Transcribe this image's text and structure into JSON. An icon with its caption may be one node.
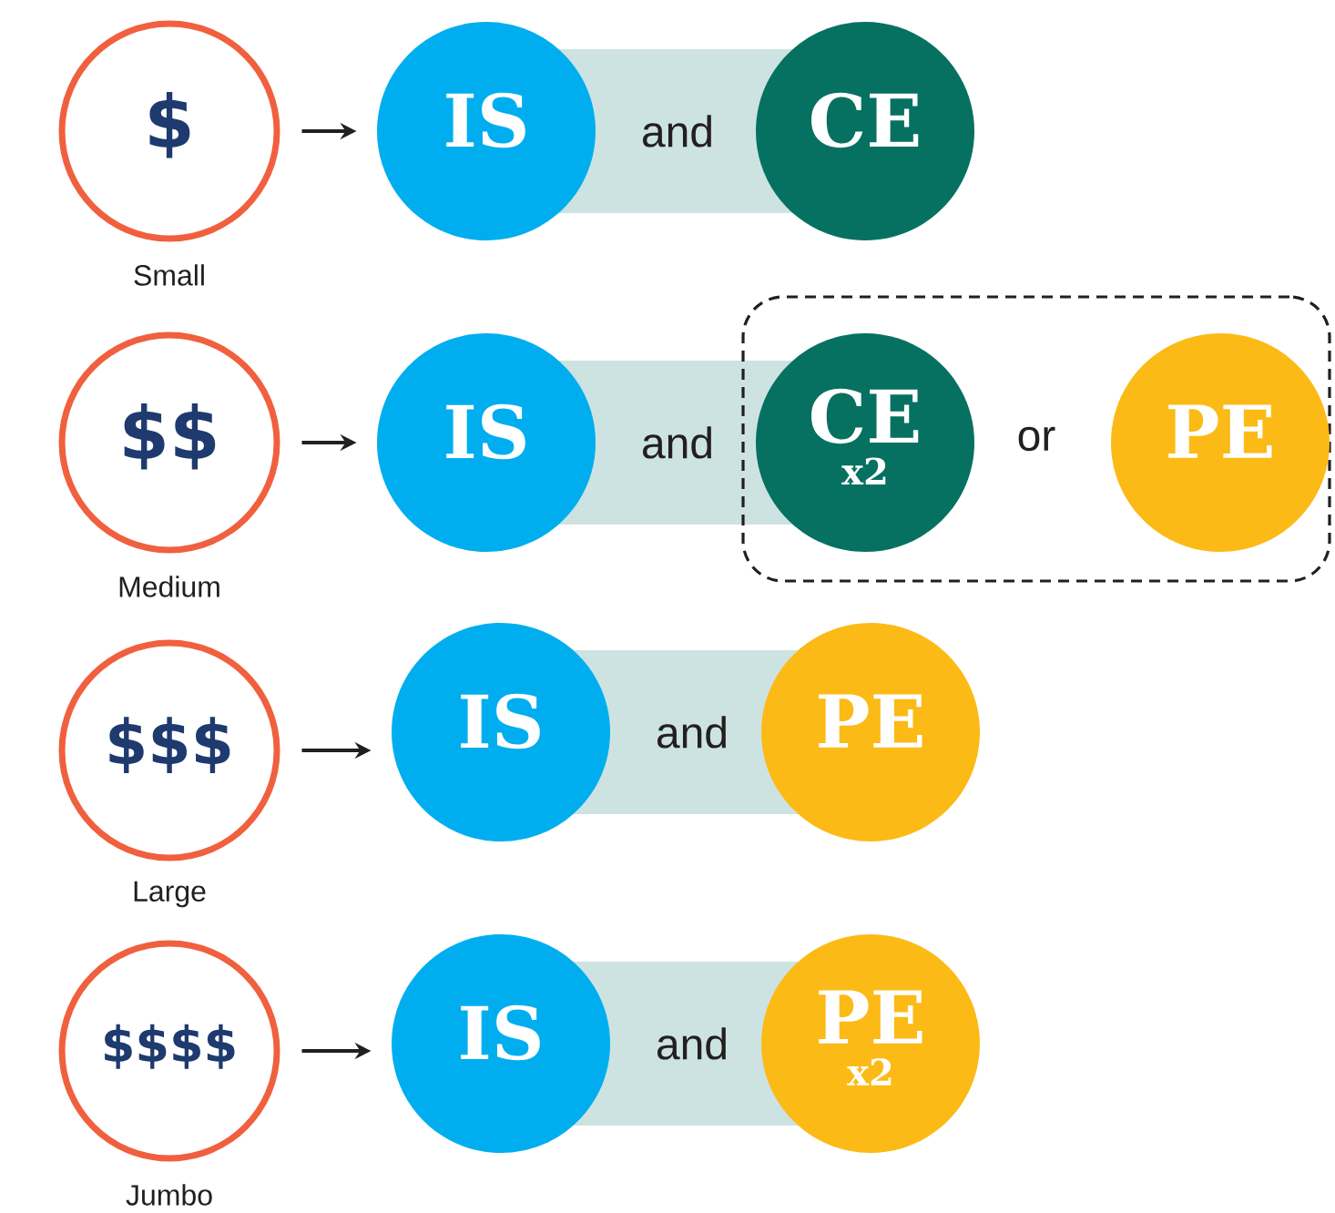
{
  "diagram": {
    "nodes": [
      {
        "text": [
          "$"
        ],
        "beside": [
          "Small"
        ]
      },
      {
        "text": [
          "IS"
        ]
      },
      {
        "text": [
          "and"
        ]
      },
      {
        "text": [
          "CE"
        ]
      },
      {
        "text": [
          "$$"
        ],
        "beside": [
          "Medium"
        ]
      },
      {
        "text": [
          "IS"
        ]
      },
      {
        "text": [
          "and"
        ]
      },
      {
        "text": [
          "or"
        ]
      },
      {
        "text": [
          "CE",
          "x2"
        ],
        "in": 7
      },
      {
        "text": [
          "PE"
        ],
        "in": 7
      },
      {
        "text": [
          "$$$"
        ],
        "beside": [
          "Large"
        ]
      },
      {
        "text": [
          "IS"
        ]
      },
      {
        "text": [
          "and"
        ]
      },
      {
        "text": [
          "PE"
        ]
      },
      {
        "text": [
          "$$$$"
        ],
        "beside": [
          "Jumbo"
        ]
      },
      {
        "text": [
          "IS"
        ]
      },
      {
        "text": [
          "and"
        ]
      },
      {
        "text": [
          "PE",
          "x2"
        ]
      }
    ],
    "edges": [
      {
        "from": 0,
        "to": 1,
        "arrow": "to"
      },
      {
        "from": 4,
        "to": 5,
        "arrow": "to"
      },
      {
        "from": 10,
        "to": 11,
        "arrow": "to"
      },
      {
        "from": 14,
        "to": 15,
        "arrow": "to"
      }
    ]
  }
}
